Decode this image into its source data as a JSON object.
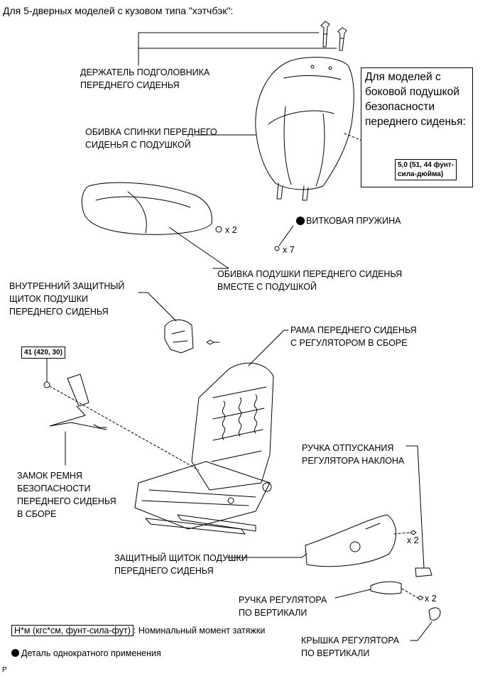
{
  "header": {
    "title": "Для 5-дверных моделей с кузовом типа \"хэтчбэк\":"
  },
  "labels": {
    "headrest_support": "ДЕРЖАТЕЛЬ ПОДГОЛОВНИКА\nПЕРЕДНЕГО СИДЕНЬЯ",
    "seatback_cover": "ОБИВКА СПИНКИ ПЕРЕДНЕГО\nСИДЕНЬЯ С ПОДУШКОЙ",
    "cushion_qty": "x 2",
    "coil_spring": "ВИТКОВАЯ ПРУЖИНА",
    "coil_spring_qty": "x 7",
    "cushion_cover": "ОБИВКА ПОДУШКИ ПЕРЕДНЕГО СИДЕНЬЯ\nВМЕСТЕ С ПОДУШКОЙ",
    "inner_shield": "ВНУТРЕННИЙ ЗАЩИТНЫЙ\nЩИТОК ПОДУШКИ\nПЕРЕДНЕГО СИДЕНЬЯ",
    "seat_frame": "РАМА ПЕРЕДНЕГО СИДЕНЬЯ\nС РЕГУЛЯТОРОМ В СБОРЕ",
    "belt_buckle": "ЗАМОК РЕМНЯ\nБЕЗОПАСНОСТИ\nПЕРЕДНЕГО СИДЕНЬЯ\nВ СБОРЕ",
    "recliner_knob": "РУЧКА ОТПУСКАНИЯ\nРЕГУЛЯТОРА НАКЛОНА",
    "shield_qty": "x 2",
    "cushion_shield": "ЗАЩИТНЫЙ ЩИТОК ПОДУШКИ\nПЕРЕДНЕГО СИДЕНЬЯ",
    "vertical_knob": "РУЧКА РЕГУЛЯТОРА\nПО ВЕРТИКАЛИ",
    "vertical_qty": "x 2",
    "vertical_cover": "КРЫШКА РЕГУЛЯТОРА\nПО ВЕРТИКАЛИ"
  },
  "airbag_note": {
    "text": "Для моделей с\nбоковой подушкой\nбезопасности\nпереднего сиденья:",
    "torque": "5,0 (51, 44 фунт-\nсила-дюйма)"
  },
  "torque_buckle": "41 (420, 30)",
  "legend": {
    "torque_key": "Н*м (кгс*см, фунт-сила-фут)",
    "torque_desc": ": Номинальный момент затяжки",
    "non_reusable": "Деталь однократного применения"
  },
  "footer_mark": "P"
}
